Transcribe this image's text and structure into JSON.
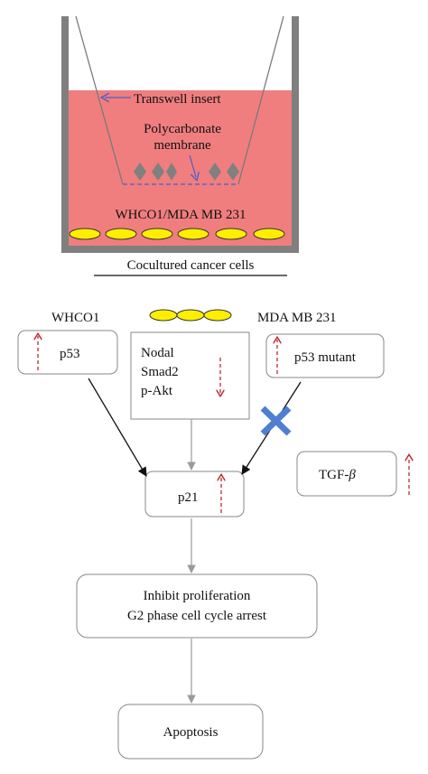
{
  "figure": {
    "top_panel": {
      "transwell_label": "Transwell insert",
      "membrane_label_line1": "Polycarbonate",
      "membrane_label_line2": "membrane",
      "cell_lines_label": "WHCO1/MDA MB 231",
      "caption": "Cocultured cancer cells",
      "colors": {
        "medium": "#f07e7f",
        "well_wall": "#7f7f7f",
        "cell_fill": "#ffee00",
        "cell_stroke": "#333333",
        "membrane_diamond": "#808080",
        "arrow_blue": "#4a5ec7"
      }
    },
    "bottom_panel": {
      "whco1_label": "WHCO1",
      "mda_label": "MDA MB 231",
      "p53_label": "p53",
      "nodal_label": "Nodal",
      "smad2_label": "Smad2",
      "pakt_label": "p-Akt",
      "p53_mutant_label": "p53 mutant",
      "p21_label": "p21",
      "tgf_label": "TGF-",
      "tgf_beta_symbol": "β",
      "inhibit_line1": "Inhibit proliferation",
      "inhibit_line2": "G2 phase cell cycle arrest",
      "apoptosis_label": "Apoptosis",
      "colors": {
        "dashed_arrow": "#c0262d",
        "block_x": "#4f7fd1",
        "box_stroke": "#888888"
      }
    }
  }
}
